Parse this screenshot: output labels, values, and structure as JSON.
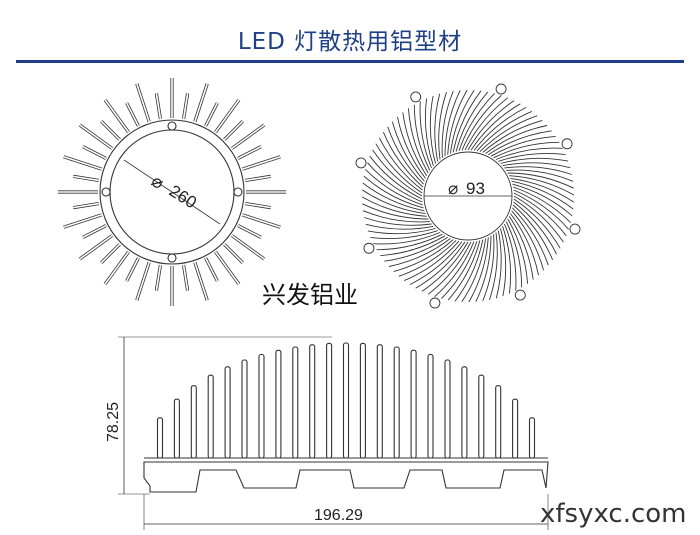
{
  "header": {
    "title": "LED 灯散热用铝型材"
  },
  "diagram": {
    "left_view": {
      "dim_label": "260"
    },
    "right_view": {
      "dim_label": "93"
    },
    "section_view": {
      "width_label": "196.29",
      "height_label": "78.25"
    },
    "company_label": "兴发铝业",
    "website_label": "xfsyxc.com"
  },
  "colors": {
    "title": "#1f3f86",
    "rule": "#1f3f86",
    "line": "#333333"
  }
}
